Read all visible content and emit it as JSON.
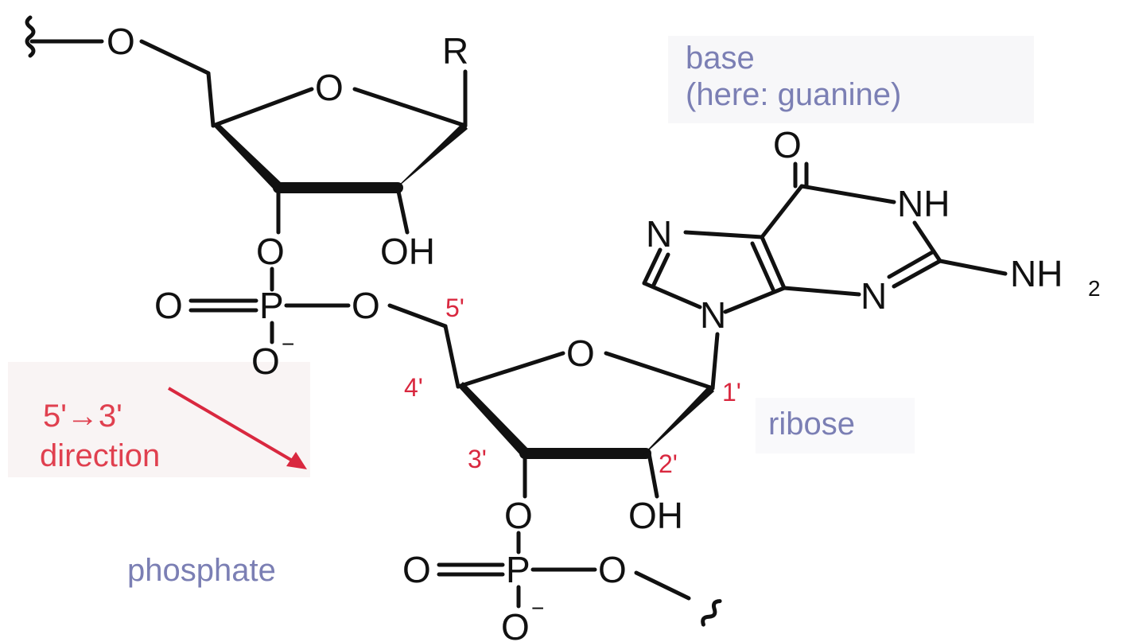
{
  "labels": {
    "base_line1": "base",
    "base_line2": "(here: guanine)",
    "ribose": "ribose",
    "phosphate": "phosphate",
    "direction_line1": "5'→3'",
    "direction_line2": "direction"
  },
  "atoms": {
    "R": "R",
    "O": "O",
    "OH": "OH",
    "P": "P",
    "O_minus": "O",
    "minus": "−",
    "N": "N",
    "NH": "NH",
    "NH2": "NH",
    "sub2": "2"
  },
  "positions": {
    "p1": "1'",
    "p2": "2'",
    "p3": "3'",
    "p4": "4'",
    "p5": "5'"
  },
  "colors": {
    "label_blue": "#7b7fb4",
    "label_red": "#e0404f",
    "position_red": "#d9283f",
    "bond": "#111111"
  }
}
